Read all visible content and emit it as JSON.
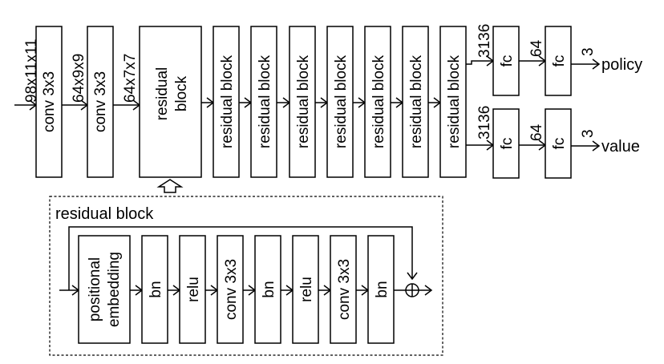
{
  "diagram": {
    "layer_labels": {
      "conv": "conv 3x3",
      "residual_block_main": [
        "residual",
        "block"
      ],
      "residual_block": "residual block",
      "fc": "fc"
    },
    "shapes": {
      "input": "98x11x11",
      "after_conv1": "64x9x9",
      "after_conv2": "64x7x7",
      "policy_flat": "3136",
      "value_flat": "3136",
      "policy_hidden": "64",
      "value_hidden": "64",
      "policy_out": "3",
      "value_out": "3"
    },
    "outputs": {
      "policy": "policy",
      "value": "value"
    },
    "detail": {
      "title": "residual block",
      "layers": [
        [
          "positional",
          "embedding"
        ],
        [
          "bn"
        ],
        [
          "relu"
        ],
        [
          "conv 3x3"
        ],
        [
          "bn"
        ],
        [
          "relu"
        ],
        [
          "conv 3x3"
        ],
        [
          "bn"
        ]
      ]
    }
  }
}
